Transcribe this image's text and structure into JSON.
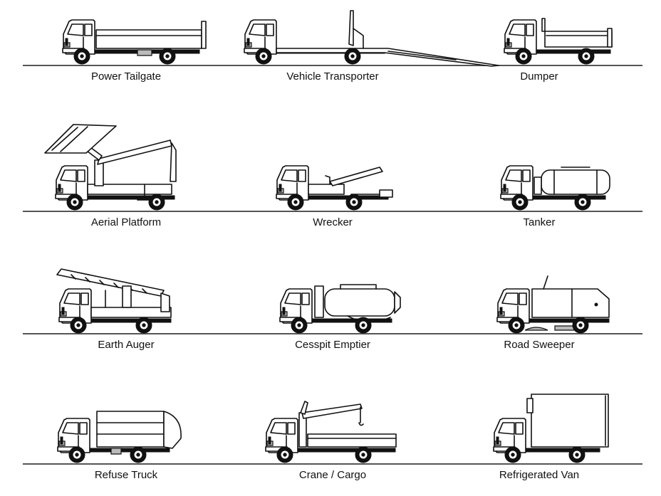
{
  "vehicles": [
    {
      "label": "Power Tailgate",
      "body": "tailgate"
    },
    {
      "label": "Vehicle Transporter",
      "body": "transporter"
    },
    {
      "label": "Dumper",
      "body": "dumper"
    },
    {
      "label": "Aerial Platform",
      "body": "aerial"
    },
    {
      "label": "Wrecker",
      "body": "wrecker"
    },
    {
      "label": "Tanker",
      "body": "tanker"
    },
    {
      "label": "Earth Auger",
      "body": "auger"
    },
    {
      "label": "Cesspit Emptier",
      "body": "cesspit"
    },
    {
      "label": "Road Sweeper",
      "body": "sweeper"
    },
    {
      "label": "Refuse Truck",
      "body": "refuse"
    },
    {
      "label": "Crane / Cargo",
      "body": "crane"
    },
    {
      "label": "Refrigerated Van",
      "body": "reefer"
    }
  ]
}
